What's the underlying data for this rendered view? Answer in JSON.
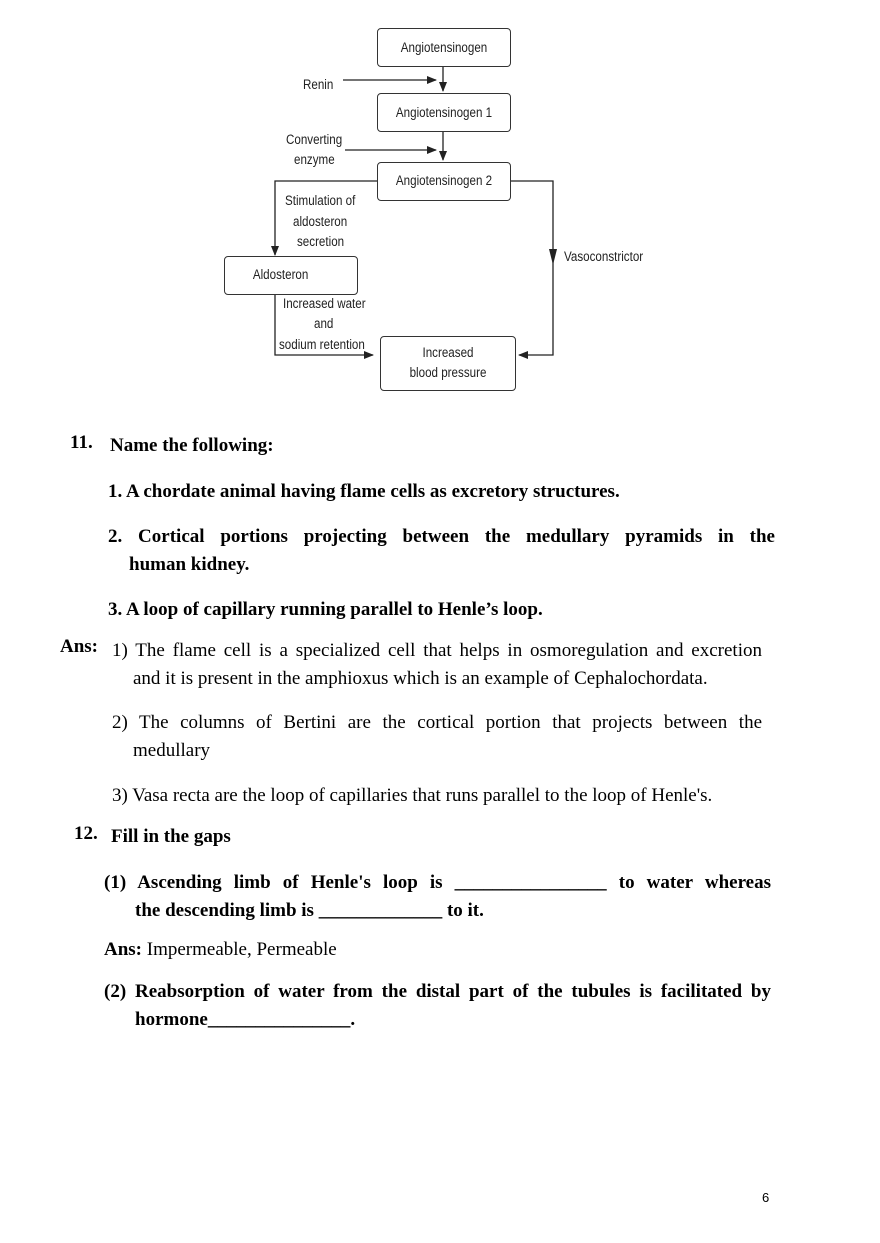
{
  "diagram": {
    "boxes": {
      "angiotensinogen": "Angiotensinogen",
      "angiotensinogen1": "Angiotensinogen 1",
      "angiotensinogen2": "Angiotensinogen 2",
      "aldosteron": "Aldosteron",
      "increased_bp_1": "Increased",
      "increased_bp_2": "blood pressure"
    },
    "labels": {
      "renin": "Renin",
      "converting_1": "Converting",
      "converting_2": "enzyme",
      "stimulation_1": "Stimulation of",
      "stimulation_2": "aldosteron",
      "stimulation_3": "secretion",
      "vasoconstrictor": "Vasoconstrictor",
      "retention_1": "Increased water",
      "retention_2": "and",
      "retention_3": "sodium retention"
    }
  },
  "q11": {
    "number": "11.",
    "title": "Name the following:",
    "items": [
      "1. A chordate animal having flame cells as excretory structures.",
      "2. Cortical portions projecting between the medullary pyramids in the",
      "human kidney.",
      "3. A loop of capillary running parallel to Henle’s loop."
    ],
    "ans_label": "Ans:",
    "answers": [
      "1) The flame cell is a specialized cell that helps in osmoregulation and excretion",
      "and it is present in the amphioxus which is an example of Cephalochordata.",
      "2) The columns of Bertini are the cortical portion that projects between the",
      "medullary",
      "3) Vasa recta are the loop of capillaries that runs parallel to the loop of Henle's."
    ]
  },
  "q12": {
    "number": "12.",
    "title": "Fill in the gaps",
    "item1_line1": "(1)  Ascending limb of  Henle's loop is ________________ to water whereas",
    "item1_line2": "the descending limb is _____________ to it.",
    "ans_label": "Ans:",
    "ans_text": " Impermeable, Permeable",
    "item2_line1": "(2)  Reabsorption of water from the distal part of the tubules is facilitated by",
    "item2_line2": "hormone_______________."
  },
  "page_number": "6"
}
